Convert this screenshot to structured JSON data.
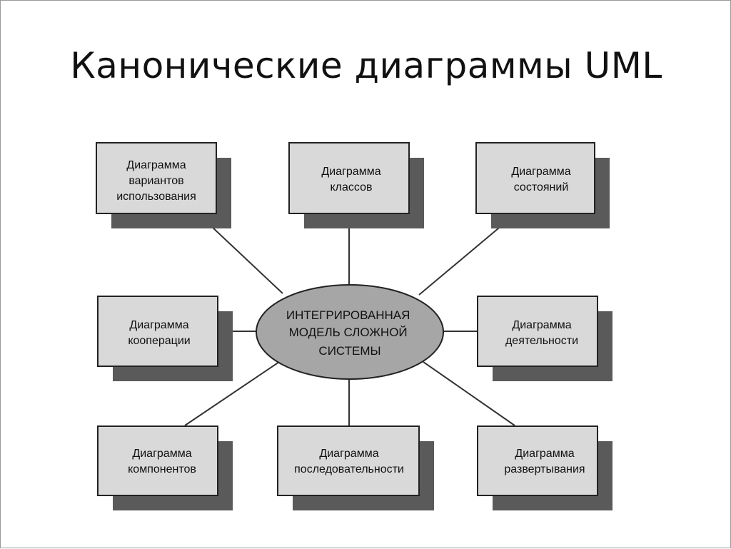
{
  "slide": {
    "title": "Канонические диаграммы UML"
  },
  "diagram": {
    "center": {
      "lines": [
        "ИНТЕГРИРОВАННАЯ",
        "МОДЕЛЬ СЛОЖНОЙ",
        "СИСТЕМЫ"
      ]
    },
    "nodes": [
      {
        "id": "use-case",
        "lines": [
          "Диаграмма",
          "вариантов",
          "использования"
        ]
      },
      {
        "id": "class",
        "lines": [
          "Диаграмма",
          "классов"
        ]
      },
      {
        "id": "state",
        "lines": [
          "Диаграмма",
          "состояний"
        ]
      },
      {
        "id": "collaboration",
        "lines": [
          "Диаграмма",
          "кооперации"
        ]
      },
      {
        "id": "activity",
        "lines": [
          "Диаграмма",
          "деятельности"
        ]
      },
      {
        "id": "component",
        "lines": [
          "Диаграмма",
          "компонентов"
        ]
      },
      {
        "id": "sequence",
        "lines": [
          "Диаграмма",
          "последовательности"
        ]
      },
      {
        "id": "deployment",
        "lines": [
          "Диаграмма",
          "развертывания"
        ]
      }
    ],
    "colors": {
      "box_fill": "#d9d9d9",
      "box_shadow": "#5a5a5a",
      "ellipse_fill": "#a6a6a6",
      "line": "#333333"
    }
  }
}
